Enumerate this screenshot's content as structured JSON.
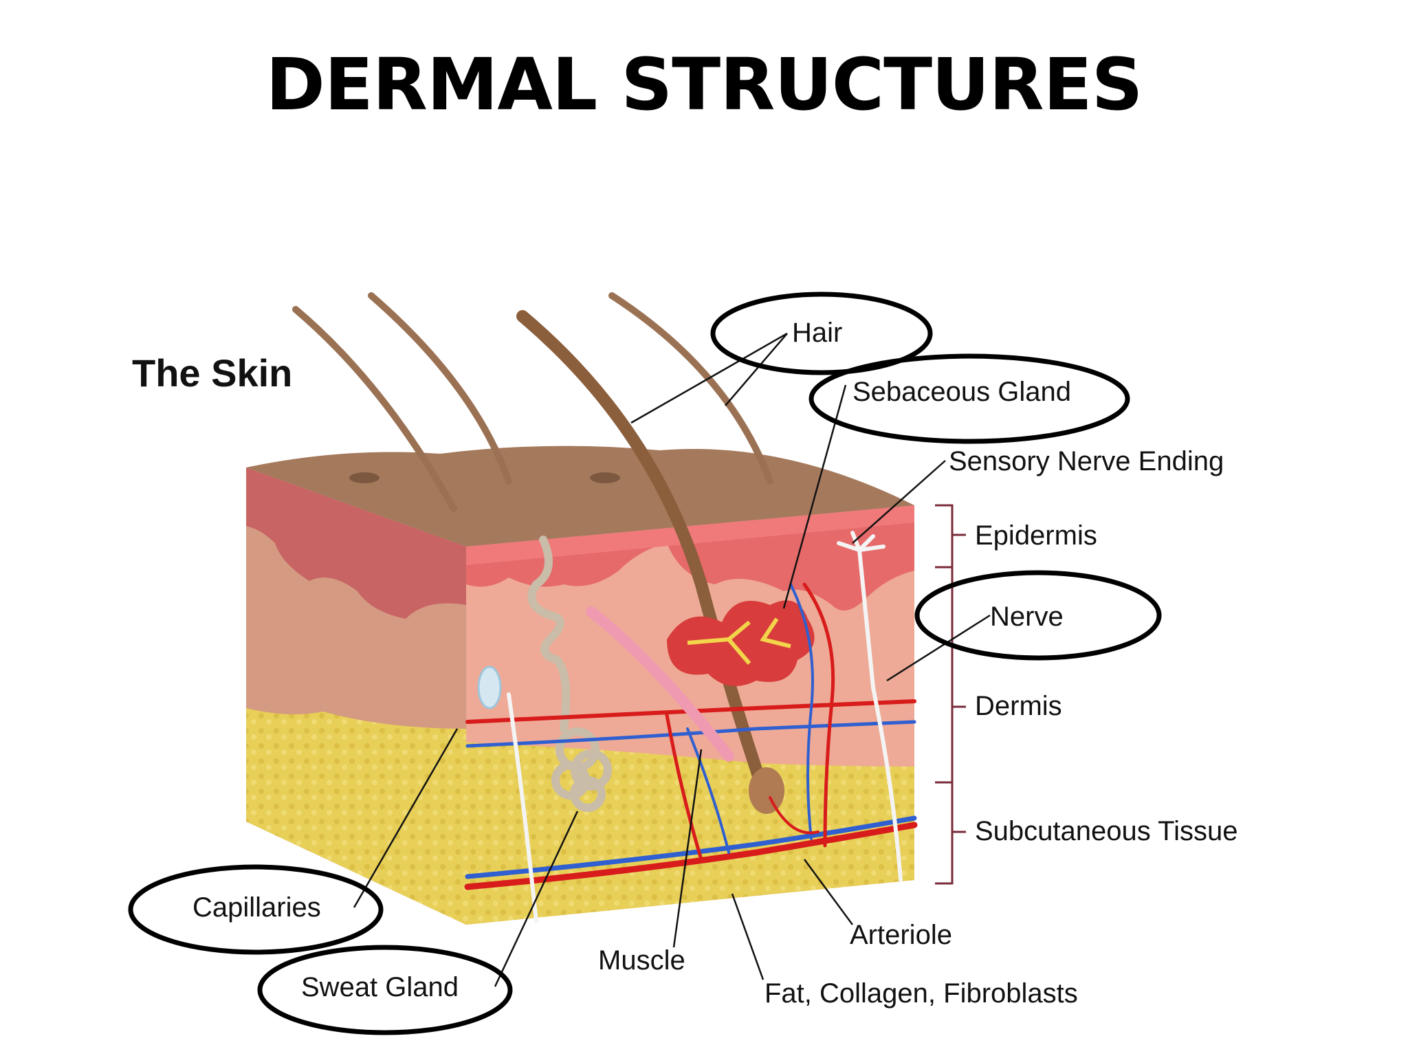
{
  "title": "DERMAL STRUCTURES",
  "figure": {
    "heading": "The Skin",
    "labels": {
      "hair": "Hair",
      "sebaceous_gland": "Sebaceous Gland",
      "sensory_nerve_ending": "Sensory Nerve Ending",
      "epidermis": "Epidermis",
      "nerve": "Nerve",
      "dermis": "Dermis",
      "subcutaneous_tissue": "Subcutaneous Tissue",
      "capillaries": "Capillaries",
      "sweat_gland": "Sweat Gland",
      "muscle": "Muscle",
      "arteriole": "Arteriole",
      "fat_collagen_fibroblasts": "Fat, Collagen, Fibroblasts"
    }
  },
  "colors": {
    "surface": "#a57a5c",
    "epidermis": "#e06464",
    "dermis": "#e9a090",
    "fat": "#e7cf58",
    "hair": "#8b5e3c",
    "artery": "#d81b1b",
    "vein": "#2f5fd0",
    "nerve": "#f4f4f4",
    "gland": "#c9bca8",
    "bracket": "#7a2b3a",
    "highlight_ellipse": "#000000"
  }
}
